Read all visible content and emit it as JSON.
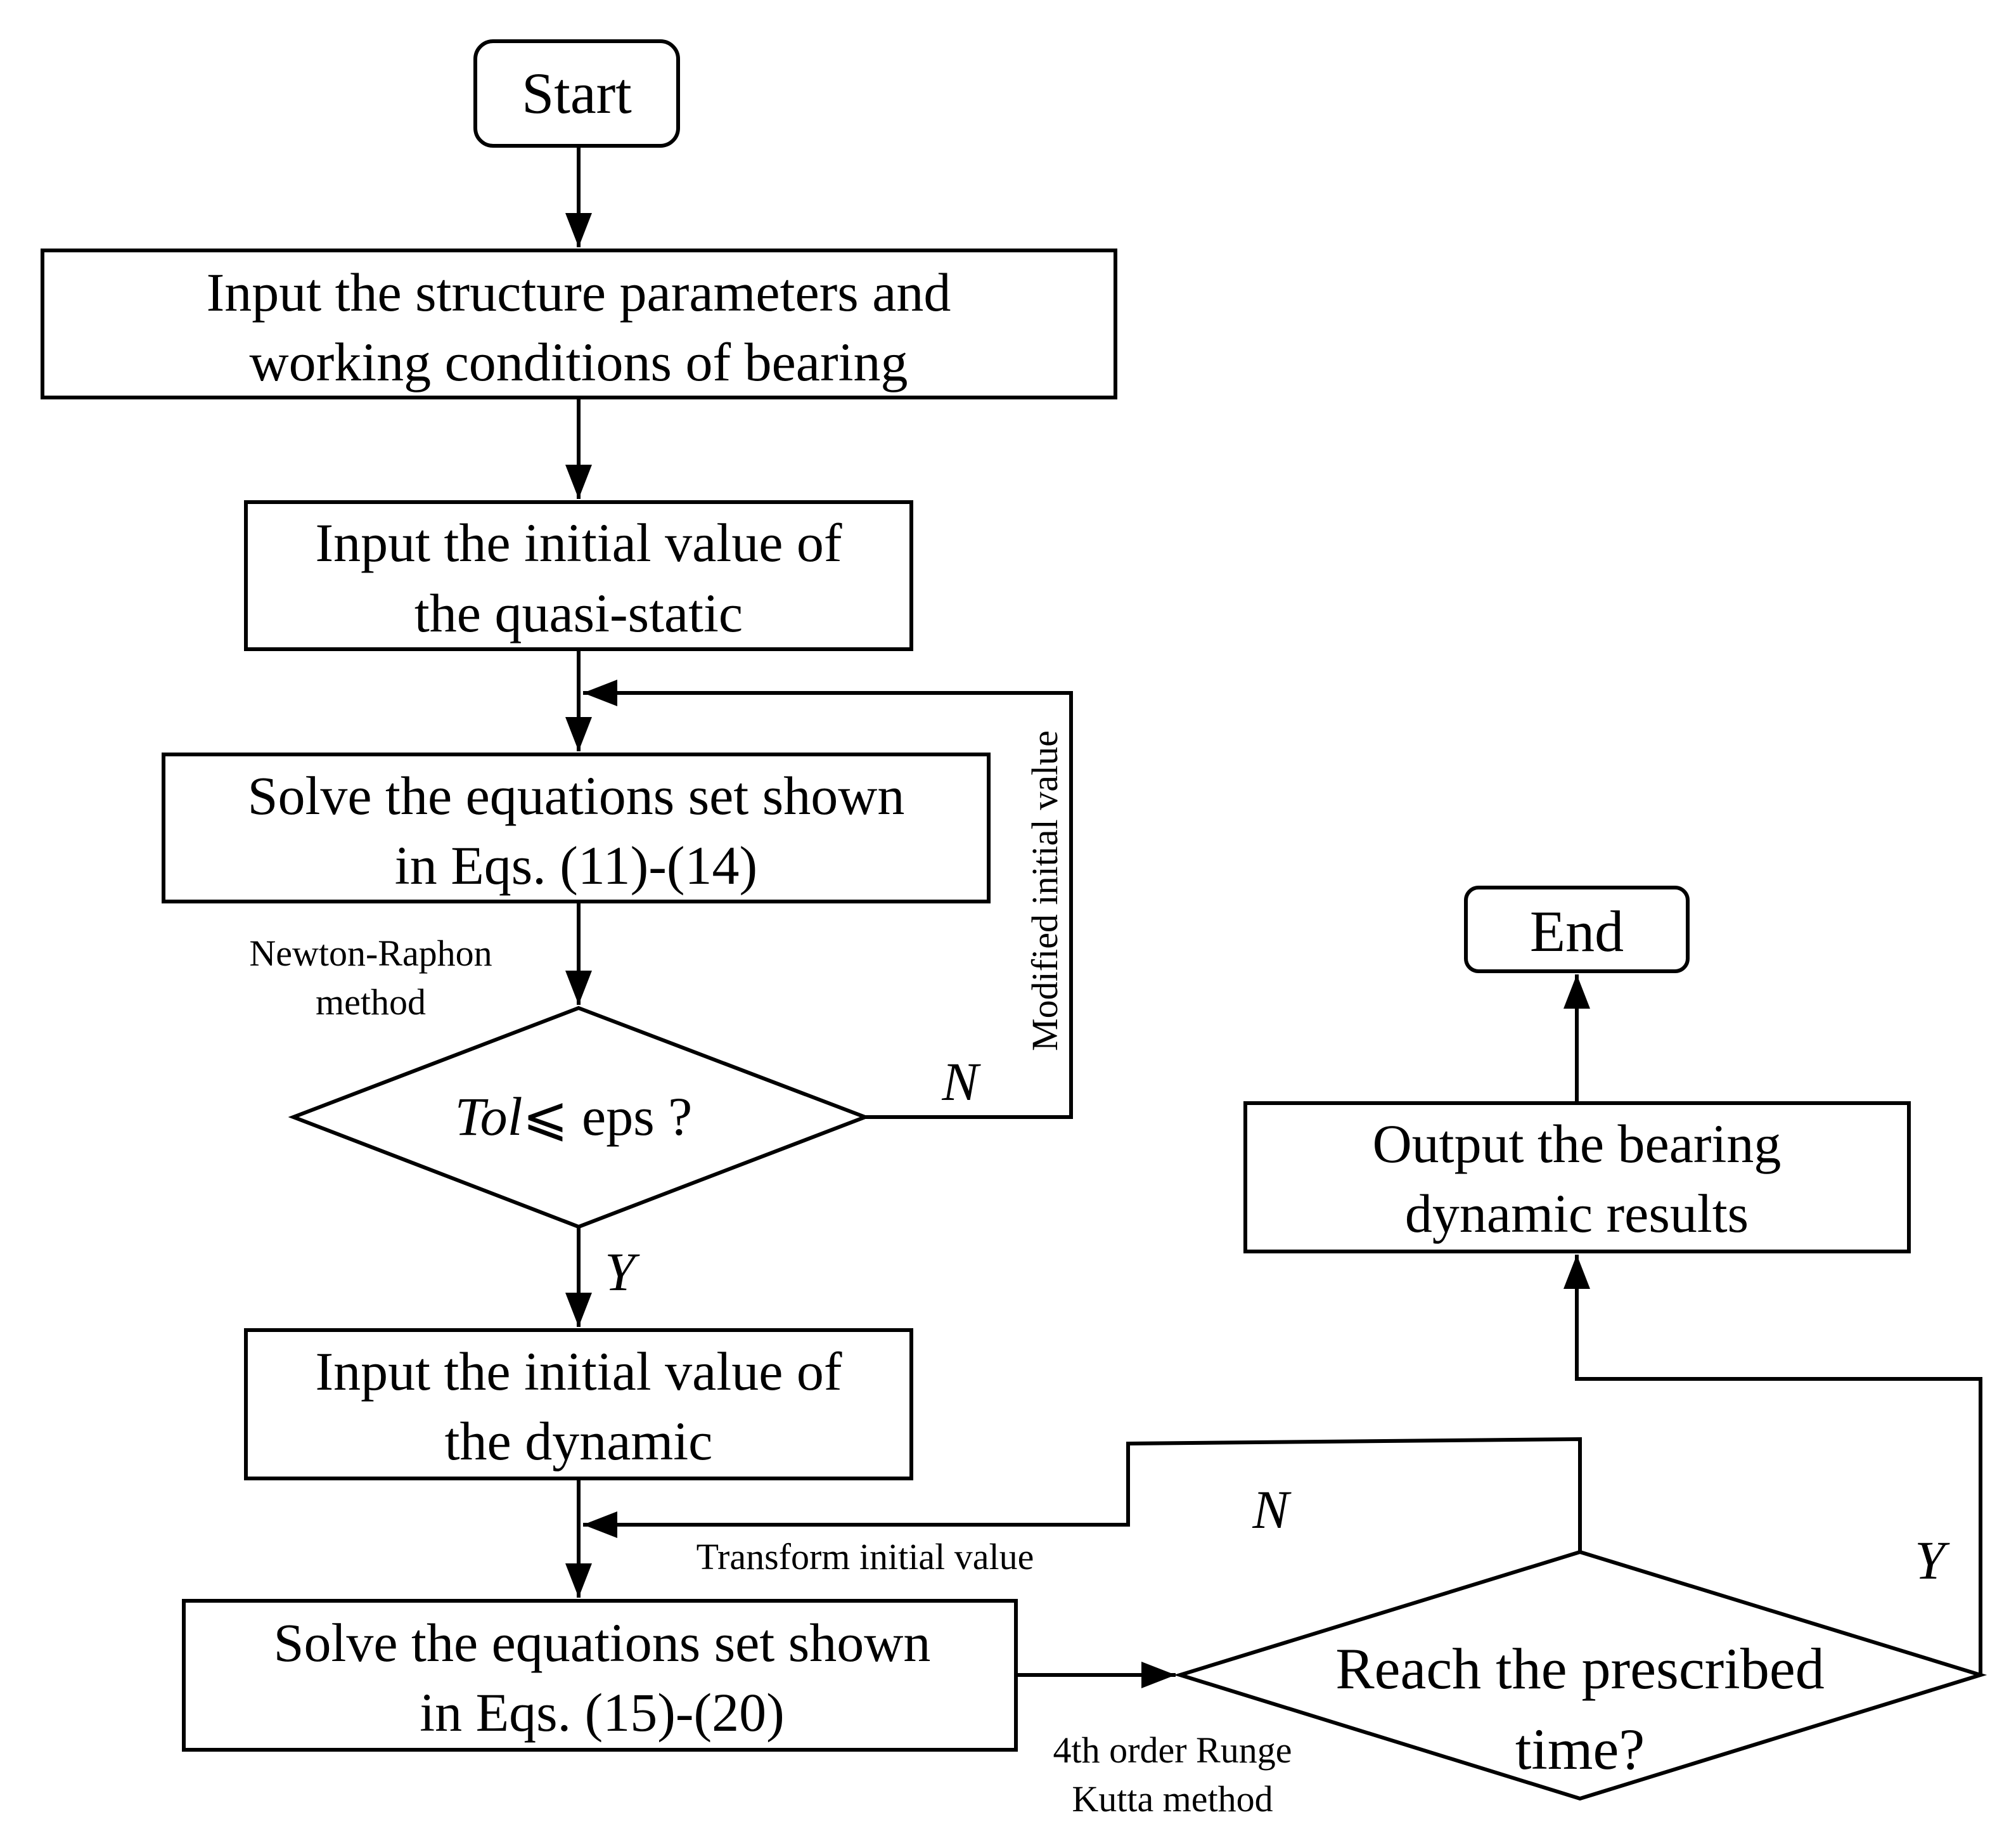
{
  "nodes": {
    "start": "Start",
    "input_params": [
      "Input the structure parameters and",
      "working conditions of bearing"
    ],
    "input_quasi": [
      "Input the initial value of",
      "the quasi-static"
    ],
    "solve_11_14": [
      "Solve the equations set shown",
      "in Eqs. (11)-(14)"
    ],
    "decision_tol": {
      "var": "Tol",
      "rest": "⩽ eps ?"
    },
    "input_dynamic": [
      "Input the initial value of",
      "the dynamic"
    ],
    "solve_15_20": [
      "Solve the equations set shown",
      "in Eqs. (15)-(20)"
    ],
    "decision_time": [
      "Reach the prescribed",
      "time?"
    ],
    "output": [
      "Output the bearing",
      "dynamic results"
    ],
    "end": "End"
  },
  "labels": {
    "newton": [
      "Newton-Raphon",
      "method"
    ],
    "modified": "Modified initial value",
    "transform": "Transform initial value",
    "runge": [
      "4th order Runge",
      "Kutta method"
    ],
    "n1": "N",
    "y1": "Y",
    "n2": "N",
    "y2": "Y"
  }
}
